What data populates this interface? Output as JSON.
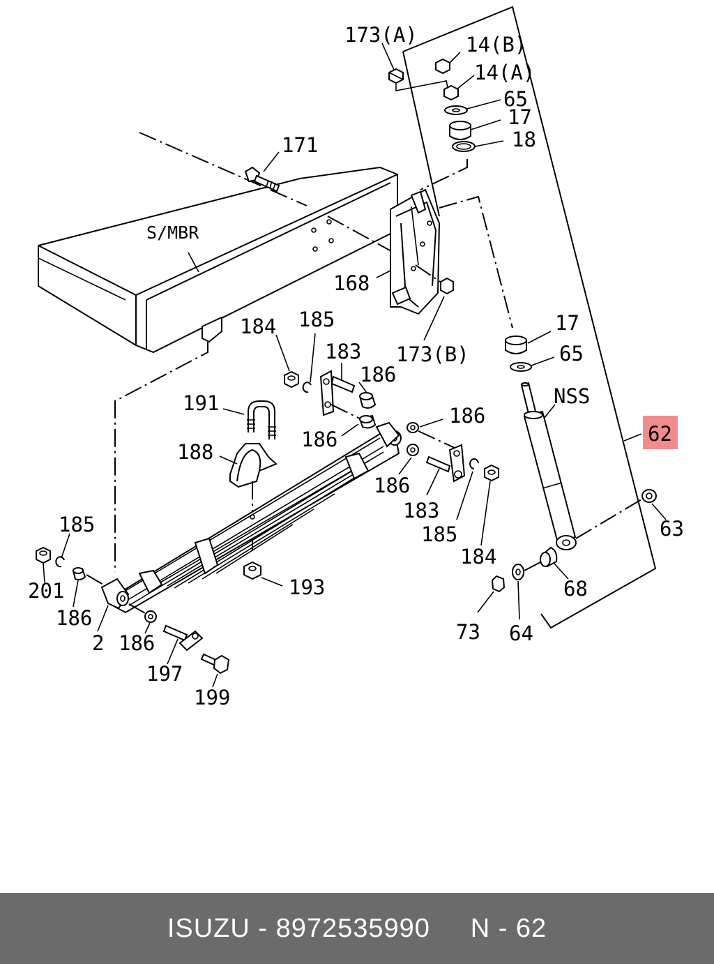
{
  "highlight_color": "#f28b8b",
  "footer_bg": "#6b6b6b",
  "labels": {
    "l173a": "173(A)",
    "l14b": "14(B)",
    "l14a": "14(A)",
    "l65top": "65",
    "l17top": "17",
    "l18": "18",
    "l171": "171",
    "lsmbr": "S/MBR",
    "l168": "168",
    "l173b": "173(B)",
    "l17mid": "17",
    "l65mid": "65",
    "lnss": "NSS",
    "l62": "62",
    "l184a": "184",
    "l185a": "185",
    "l183a": "183",
    "l186a": "186",
    "l191": "191",
    "l186b": "186",
    "l186c": "186",
    "l188": "188",
    "l186d": "186",
    "l183b": "183",
    "l185b": "185",
    "l184b": "184",
    "l63": "63",
    "l68": "68",
    "l185c": "185",
    "l201": "201",
    "l186e": "186",
    "l193": "193",
    "l2": "2",
    "l186f": "186",
    "l197": "197",
    "l199": "199",
    "l73": "73",
    "l64": "64"
  },
  "footer": {
    "text": "ISUZU - 8972535990     N - 62"
  }
}
